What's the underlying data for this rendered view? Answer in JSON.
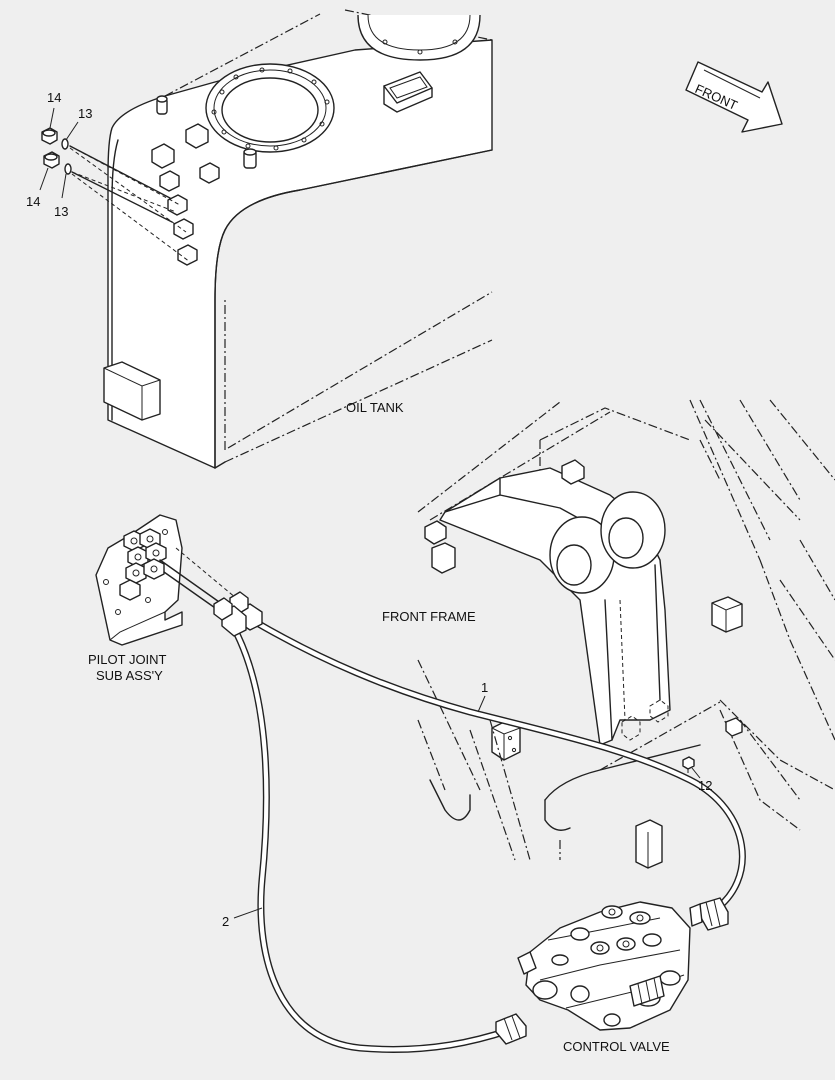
{
  "diagram": {
    "labels": {
      "oil_tank": "OIL TANK",
      "front_frame": "FRONT FRAME",
      "pilot_joint_line1": "PILOT JOINT",
      "pilot_joint_line2": "SUB ASS'Y",
      "control_valve": "CONTROL VALVE",
      "front_arrow": "FRONT"
    },
    "callouts": {
      "hose_1": "1",
      "hose_2": "2",
      "bolt_12": "12",
      "oring_13_upper": "13",
      "oring_13_lower": "13",
      "plug_14_upper": "14",
      "plug_14_lower": "14"
    }
  }
}
